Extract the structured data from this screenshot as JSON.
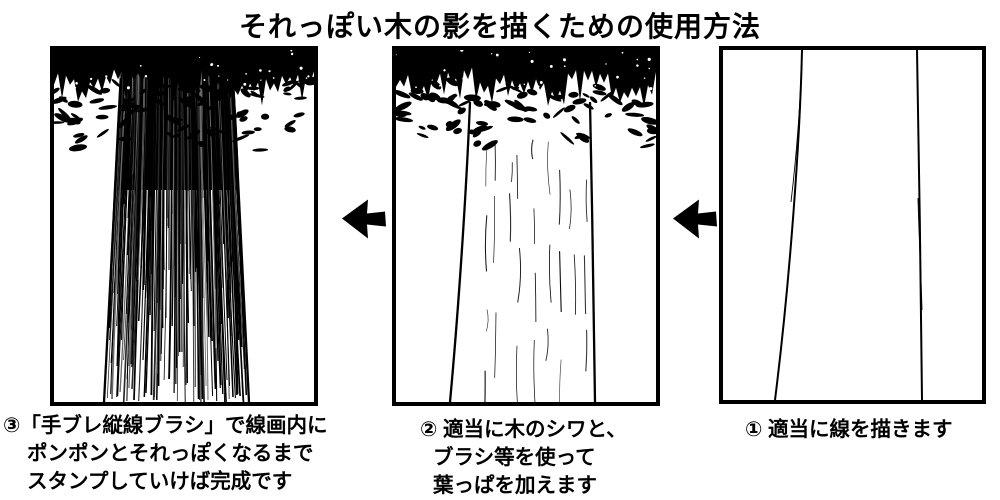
{
  "title": "それっぽい木の影を描くための使用方法",
  "colors": {
    "ink": "#000000",
    "paper": "#ffffff"
  },
  "panels": [
    {
      "position": "left",
      "step_number": "3",
      "art": "finished-tree-dense-vertical-stroke-shading",
      "caption_lines": [
        "③「手ブレ縦線ブラシ」で線画内に",
        "ポンポンとそれっぽくなるまで",
        "スタンプしていけば完成です"
      ]
    },
    {
      "position": "middle",
      "step_number": "2",
      "art": "tree-outline-with-bark-wrinkles-and-leaf-canopy",
      "caption_lines": [
        "② 適当に木のシワと、",
        "ブラシ等を使って",
        "葉っぱを加えます"
      ]
    },
    {
      "position": "right",
      "step_number": "1",
      "art": "two-rough-trunk-lines",
      "caption_lines": [
        "① 適当に線を描きます"
      ]
    }
  ],
  "arrows": [
    {
      "icon": "left-arrow"
    },
    {
      "icon": "left-arrow"
    }
  ]
}
